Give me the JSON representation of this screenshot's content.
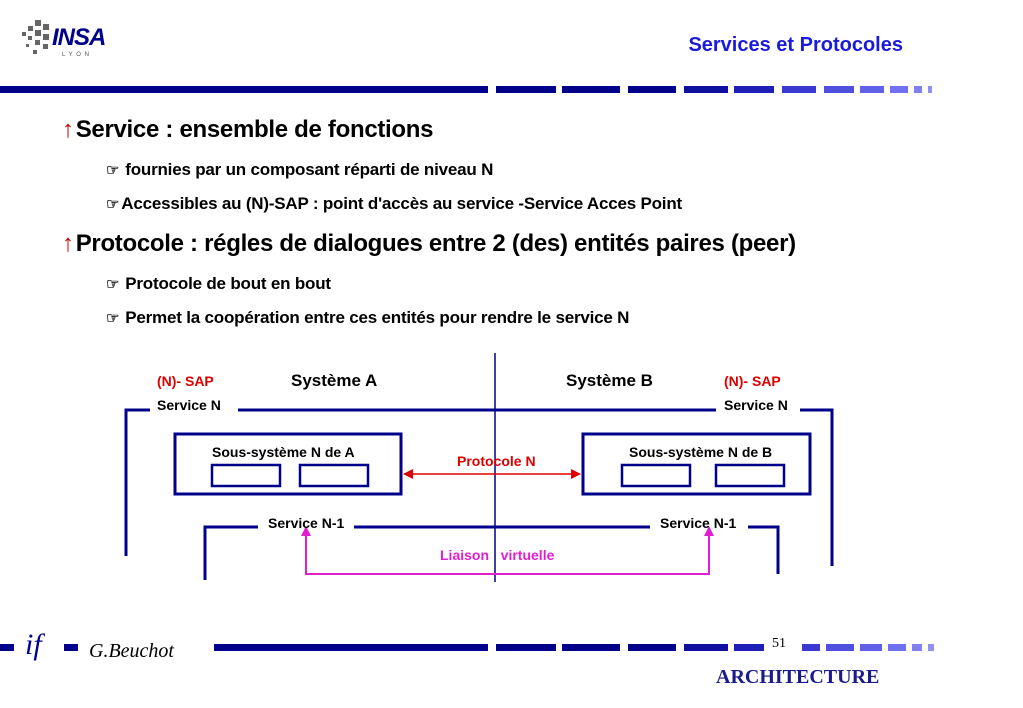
{
  "header": {
    "logo_text": "INSA",
    "logo_sub": "L Y O N",
    "title": "Services et Protocoles"
  },
  "bullets": [
    {
      "text": "Service : ensemble de fonctions",
      "sub": [
        "fournies par un composant réparti de niveau N",
        "Accessibles au (N)-SAP : point d'accès au service -Service Acces Point"
      ]
    },
    {
      "text": "Protocole : régles de dialogues entre 2 (des) entités paires (peer)",
      "sub": [
        "Protocole de bout en bout",
        "Permet la coopération entre ces entités pour rendre le service N"
      ]
    }
  ],
  "diagram": {
    "sap_left": "(N)- SAP",
    "sap_right": "(N)- SAP",
    "system_a": "Système A",
    "system_b": "Système B",
    "service_n_left": "Service N",
    "service_n_right": "Service N",
    "subsystem_a": "Sous-système N de A",
    "subsystem_b": "Sous-système N de B",
    "protocol": "Protocole N",
    "service_n1_left": "Service N-1",
    "service_n1_right": "Service N-1",
    "virtual_link": "Liaison   virtuelle"
  },
  "footer": {
    "if_logo": "if",
    "author": "G.Beuchot",
    "page_number": "51",
    "section": "ARCHITECTURE"
  },
  "colors": {
    "navy": "#00008b",
    "title_blue": "#1a1adc",
    "bullet_arrow": "#cc0000",
    "protocol_red": "#dd0000",
    "virtual_magenta": "#e020d0"
  }
}
